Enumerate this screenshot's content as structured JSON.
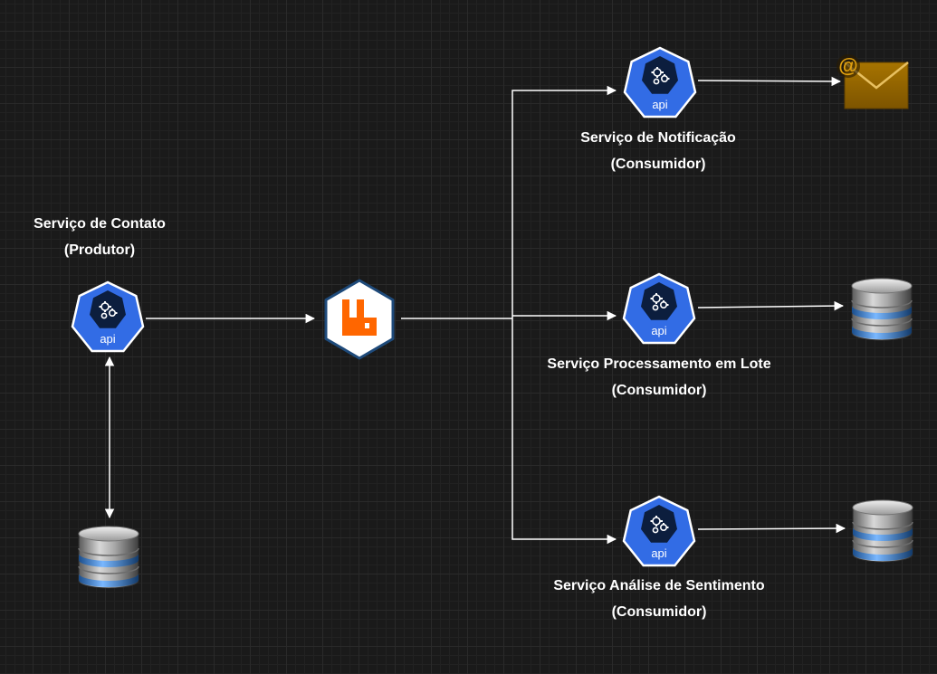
{
  "nodes": {
    "producer": {
      "name": "Serviço de Contato",
      "role": "(Produtor)",
      "icon": "kubernetes-api-icon",
      "icon_text": "api"
    },
    "broker": {
      "icon": "rabbitmq-icon"
    },
    "producer_db": {
      "icon": "database-icon"
    },
    "notification": {
      "name": "Serviço de Notificação",
      "role": "(Consumidor)",
      "icon": "kubernetes-api-icon",
      "icon_text": "api"
    },
    "batch": {
      "name": "Serviço Processamento em Lote",
      "role": "(Consumidor)",
      "icon": "kubernetes-api-icon",
      "icon_text": "api"
    },
    "sentiment": {
      "name": "Serviço Análise de Sentimento",
      "role": "(Consumidor)",
      "icon": "kubernetes-api-icon",
      "icon_text": "api"
    },
    "email": {
      "icon": "email-icon"
    },
    "batch_db": {
      "icon": "database-icon"
    },
    "sentiment_db": {
      "icon": "database-icon"
    }
  },
  "colors": {
    "background": "#1a1a1a",
    "kubernetes_blue": "#326ce5",
    "rabbitmq_orange": "#ff6600",
    "email_gold": "#9b6a00",
    "connector": "#ffffff"
  }
}
